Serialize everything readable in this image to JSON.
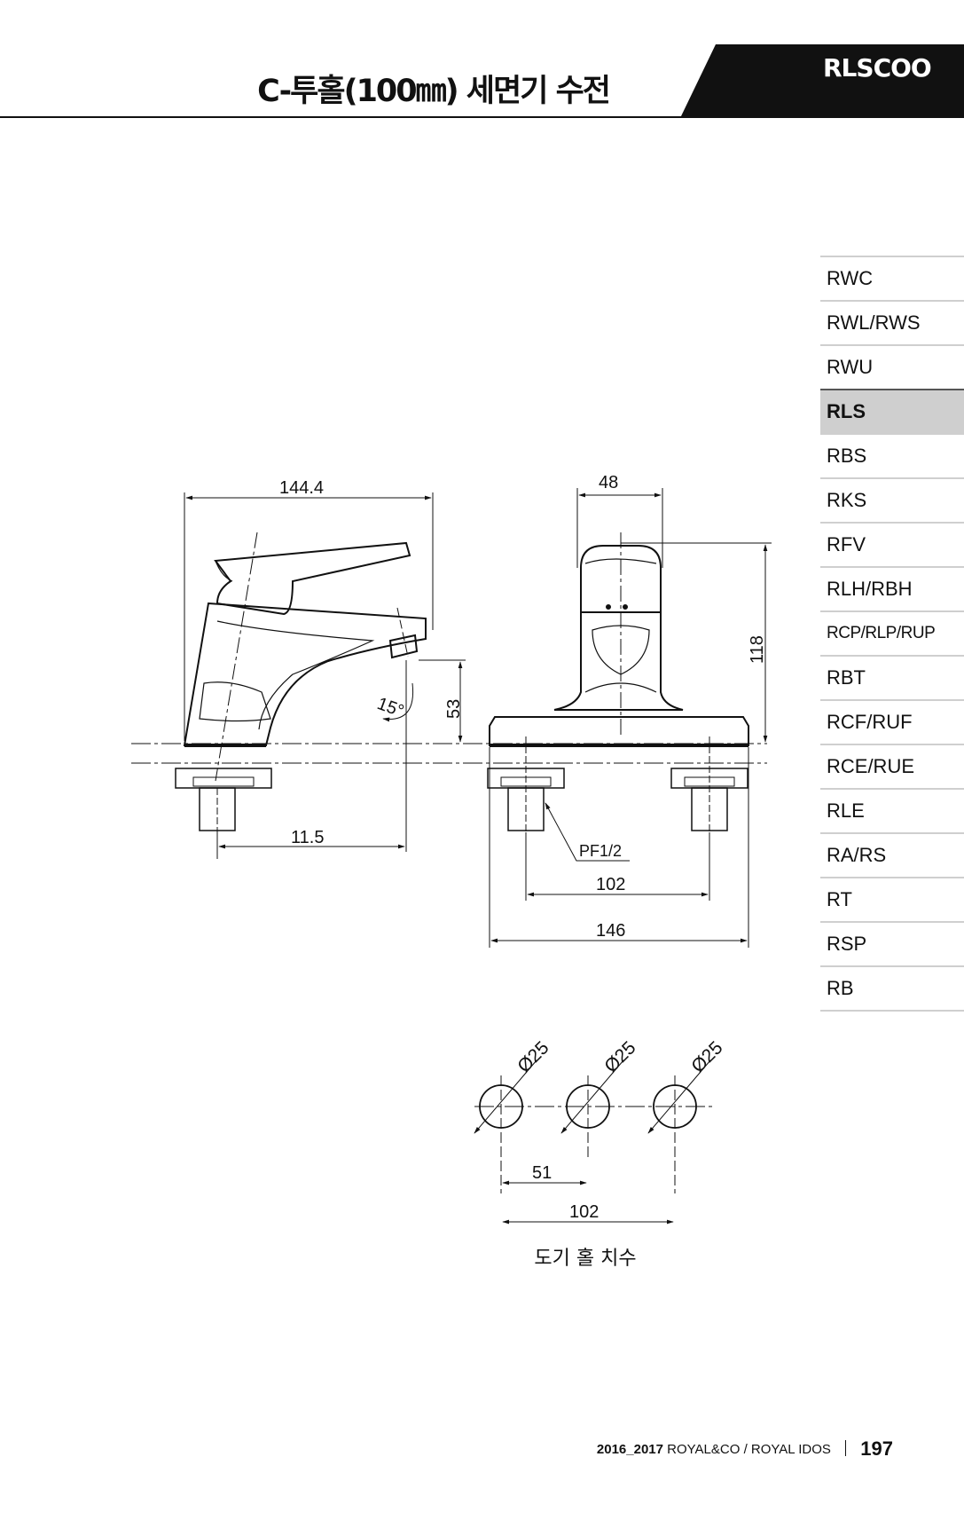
{
  "header": {
    "title": "C-투홀(100㎜) 세면기 수전",
    "series_code": "RLSCOO"
  },
  "side_nav": {
    "items": [
      {
        "label": "RWC"
      },
      {
        "label": "RWL/RWS"
      },
      {
        "label": "RWU"
      },
      {
        "label": "RLS",
        "active": true
      },
      {
        "label": "RBS"
      },
      {
        "label": "RKS"
      },
      {
        "label": "RFV"
      },
      {
        "label": "RLH/RBH"
      },
      {
        "label": "RCP/RLP/RUP"
      },
      {
        "label": "RBT"
      },
      {
        "label": "RCF/RUF"
      },
      {
        "label": "RCE/RUE"
      },
      {
        "label": "RLE"
      },
      {
        "label": "RA/RS"
      },
      {
        "label": "RT"
      },
      {
        "label": "RSP"
      },
      {
        "label": "RB"
      }
    ]
  },
  "drawing": {
    "side_view": {
      "overall_length": "144.4",
      "spout_height": "53",
      "spout_angle": "15°",
      "spout_offset": "11.5"
    },
    "front_view": {
      "body_width": "48",
      "height": "118",
      "connection": "PF1/2",
      "center_distance": "102",
      "base_width": "146"
    },
    "hole_layout": {
      "hole_diameter": "Ø25",
      "hole_spacing": "51",
      "total_spacing": "102",
      "caption": "도기 홀 치수"
    }
  },
  "footer": {
    "years": "2016_2017",
    "brand": "ROYAL&CO / ROYAL IDOS",
    "page_number": "197"
  }
}
